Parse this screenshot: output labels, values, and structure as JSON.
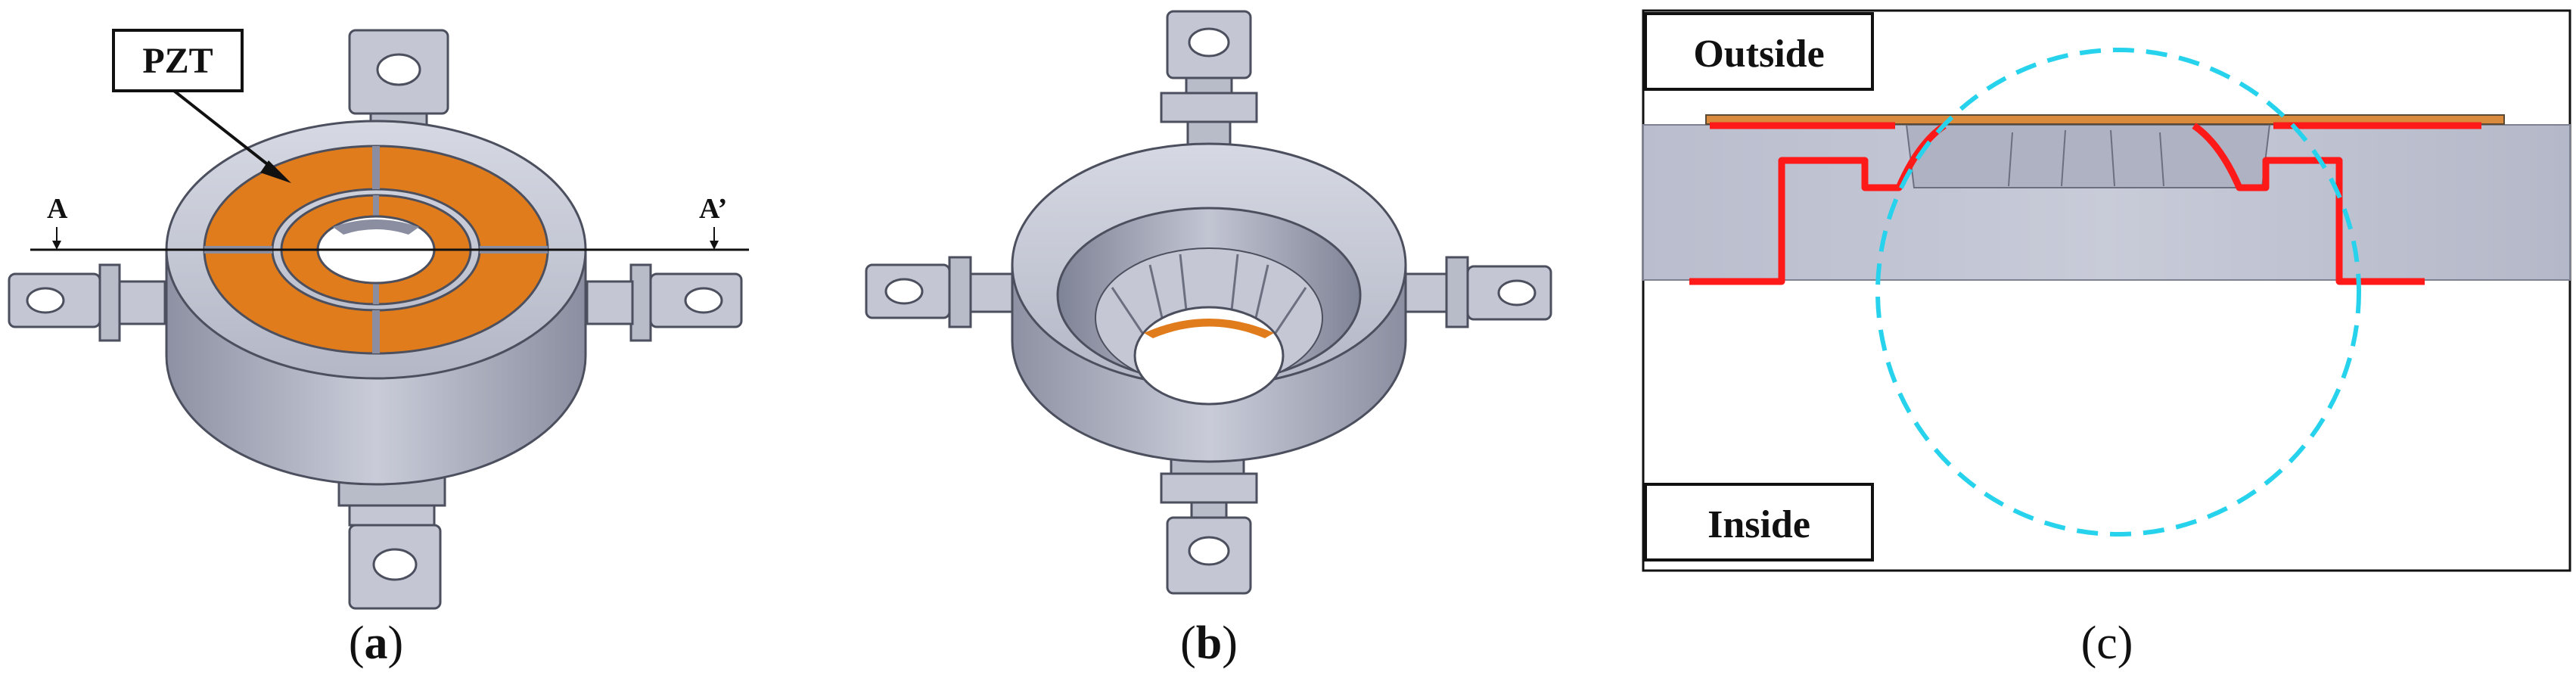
{
  "panels": {
    "a": {
      "caption_open": "(",
      "caption_letter": "a",
      "caption_close": ")",
      "callout": "PZT",
      "section_left": "A",
      "section_right": "A’"
    },
    "b": {
      "caption_open": "(",
      "caption_letter": "b",
      "caption_close": ")"
    },
    "c": {
      "caption": "(c)",
      "label_outside": "Outside",
      "label_inside": "Inside"
    }
  },
  "colors": {
    "pzt_orange": "#e07c1c",
    "steel_gray": "#b6bac8",
    "section_red": "#ff1a1a",
    "ellipse_cyan": "#27d3ec"
  }
}
